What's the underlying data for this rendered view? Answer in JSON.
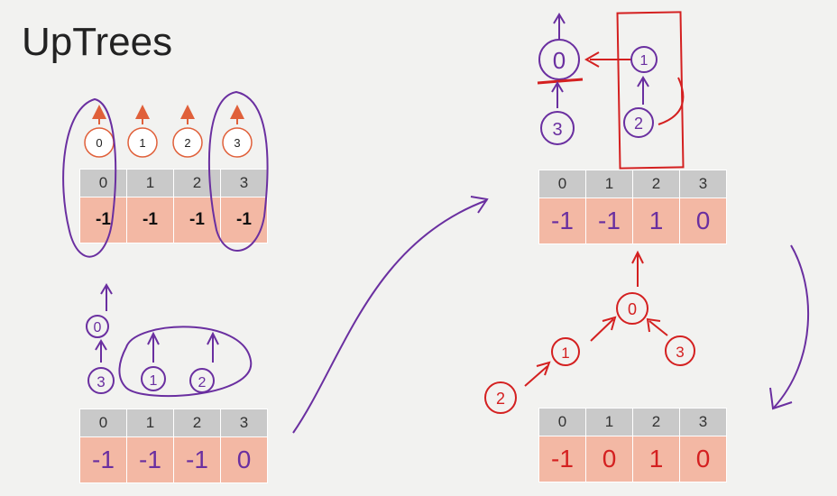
{
  "title": "UpTrees",
  "arrays": [
    {
      "id": "a",
      "indices": [
        "0",
        "1",
        "2",
        "3"
      ],
      "values": [
        "-1",
        "-1",
        "-1",
        "-1"
      ]
    },
    {
      "id": "b",
      "indices": [
        "0",
        "1",
        "2",
        "3"
      ],
      "values": [
        "-1",
        "-1",
        "-1",
        "0"
      ]
    },
    {
      "id": "c",
      "indices": [
        "0",
        "1",
        "2",
        "3"
      ],
      "values": [
        "-1",
        "-1",
        "1",
        "0"
      ]
    },
    {
      "id": "d",
      "indices": [
        "0",
        "1",
        "2",
        "3"
      ],
      "values": [
        "-1",
        "0",
        "1",
        "0"
      ]
    }
  ],
  "trees": {
    "a": [
      "0",
      "1",
      "2",
      "3"
    ],
    "b": [
      "0",
      "3",
      "1",
      "2"
    ],
    "c": [
      "0",
      "3",
      "1",
      "2"
    ],
    "d": [
      "0",
      "1",
      "2",
      "3"
    ]
  },
  "colors": {
    "purple": "#6a2fa0",
    "red": "#d42020",
    "orange": "#e0603a",
    "index_bg": "#c9c9c9",
    "value_bg": "#f3b8a4"
  }
}
